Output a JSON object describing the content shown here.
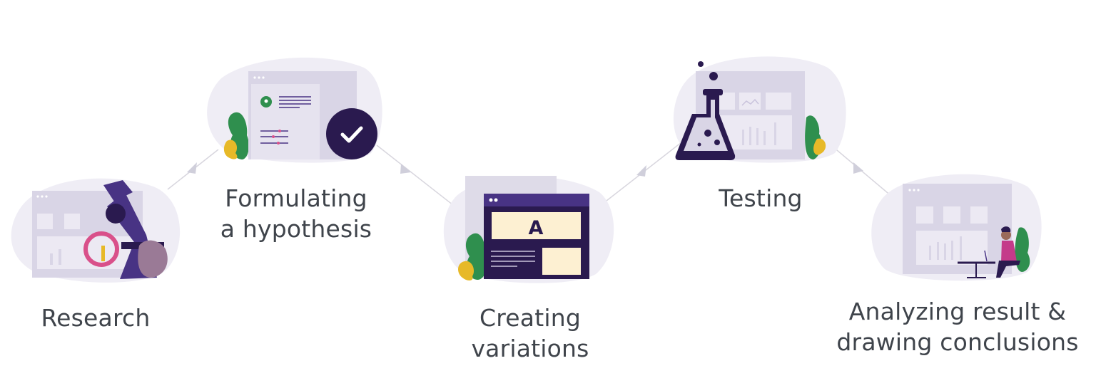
{
  "colors": {
    "blob": "#efedf5",
    "window": "#d9d5e6",
    "window_inner": "#e6e3ef",
    "dark_purple": "#2a1a4f",
    "purple": "#483384",
    "green": "#2f8f4e",
    "yellow": "#e7b928",
    "pink": "#d9508a",
    "cream": "#fdf0d2",
    "connector": "#d8d6de",
    "text": "#3f444b"
  },
  "steps": [
    {
      "label_lines": [
        "Research"
      ],
      "icon": "microscope-icon"
    },
    {
      "label_lines": [
        "Formulating",
        "a hypothesis"
      ],
      "icon": "checkmark-icon"
    },
    {
      "label_lines": [
        "Creating",
        "variations"
      ],
      "icon": "variant-a-window-icon",
      "variant_letter": "A"
    },
    {
      "label_lines": [
        "Testing"
      ],
      "icon": "flask-icon"
    },
    {
      "label_lines": [
        "Analyzing result &",
        "drawing conclusions"
      ],
      "icon": "person-at-desk-icon"
    }
  ]
}
